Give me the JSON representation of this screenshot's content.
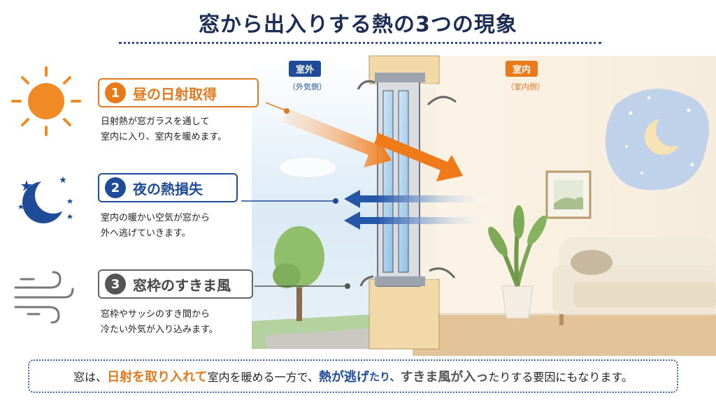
{
  "title": "窓から出入りする熱の3つの現象",
  "outdoor": {
    "label": "室外",
    "sub": "（外気側）"
  },
  "indoor": {
    "label": "室内",
    "sub": "（室内側）"
  },
  "items": [
    {
      "num": "1",
      "label": "昼の日射取得",
      "desc1": "日射熱が窓ガラスを通して",
      "desc2": "室内に入り、室内を暖めます。"
    },
    {
      "num": "2",
      "label": "夜の熱損失",
      "desc1": "室内の暖かい空気が窓から",
      "desc2": "外へ逃げていきます。"
    },
    {
      "num": "3",
      "label": "窓枠のすきま風",
      "desc1": "窓枠やサッシのすき間から",
      "desc2": "冷たい外気が入り込みます。"
    }
  ],
  "footer": {
    "p1": "窓は、",
    "h1": "日射を取り入れて",
    "p2": "室内を暖める一方で、",
    "h2": "熱が逃げ",
    "p3": "たり、",
    "h3": "すきま風が入っ",
    "p4": "たりする要因にもなります。"
  },
  "colors": {
    "sun": "#e97a1c",
    "night": "#1e4c99",
    "draft": "#555555"
  }
}
